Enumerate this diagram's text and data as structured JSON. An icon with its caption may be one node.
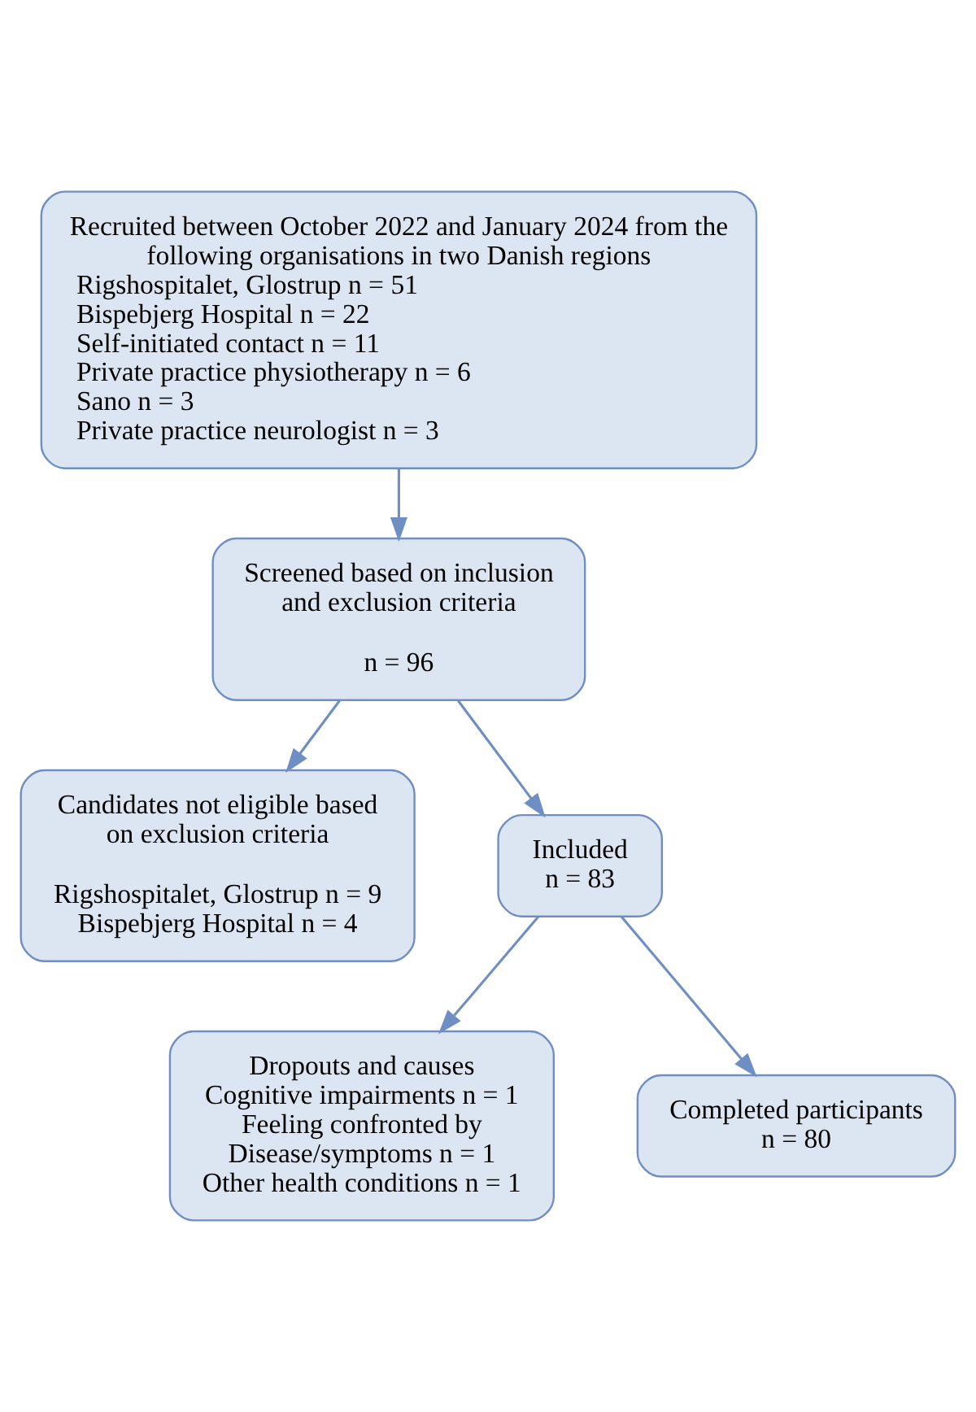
{
  "diagram": {
    "nodes": [
      {
        "text": [
          "Recruited between October 2022 and January 2024 from the following organisations in two Danish regions",
          "Rigshospitalet, Glostrup n = 51",
          "Bispebjerg Hospital n = 22",
          "Self-initiated contact n = 11",
          "Private practice physiotherapy n = 6",
          "Sano n = 3",
          "Private practice neurologist n = 3"
        ]
      },
      {
        "text": [
          "Screened based on inclusion and exclusion criteria",
          "n = 96"
        ]
      },
      {
        "text": [
          "Candidates not eligible based on exclusion criteria",
          "Rigshospitalet, Glostrup n = 9",
          "Bispebjerg Hospital n = 4"
        ]
      },
      {
        "text": [
          "Included",
          "n = 83"
        ]
      },
      {
        "text": [
          "Dropouts and causes",
          "Cognitive impairments n = 1",
          "Feeling confronted by Disease/symptoms n = 1",
          "Other health conditions n = 1"
        ]
      },
      {
        "text": [
          "Completed participants",
          "n = 80"
        ]
      }
    ],
    "edges": [
      {
        "from": 0,
        "to": 1,
        "arrow": "to"
      },
      {
        "from": 1,
        "to": 3,
        "arrow": "to"
      },
      {
        "from": 1,
        "to": 2,
        "arrow": "to"
      },
      {
        "from": 3,
        "to": 5,
        "arrow": "to"
      },
      {
        "from": 3,
        "to": 4,
        "arrow": "to"
      }
    ]
  }
}
